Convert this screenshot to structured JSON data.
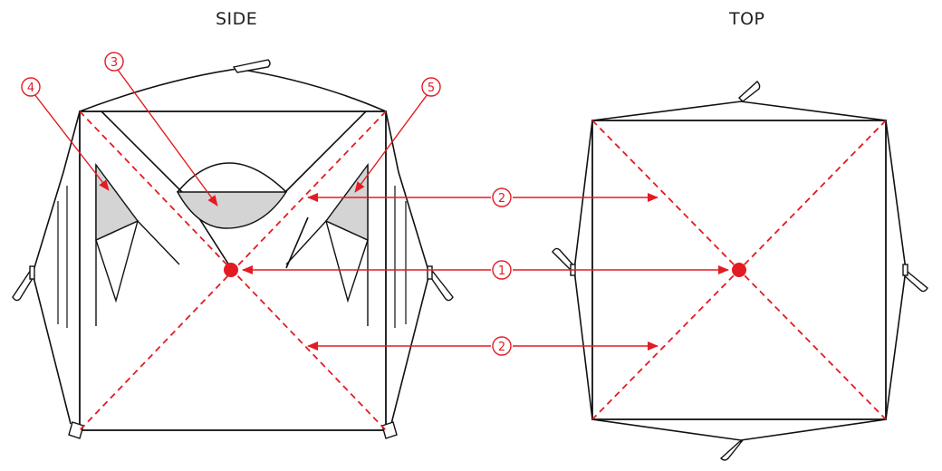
{
  "views": {
    "side_label": "SIDE",
    "top_label": "TOP"
  },
  "callouts": {
    "c1": "1",
    "c2a": "2",
    "c2b": "2",
    "c3": "3",
    "c4": "4",
    "c5": "5"
  },
  "colors": {
    "accent": "#e31b23",
    "outline": "#111111",
    "panel_fill": "#d4d4d4"
  }
}
